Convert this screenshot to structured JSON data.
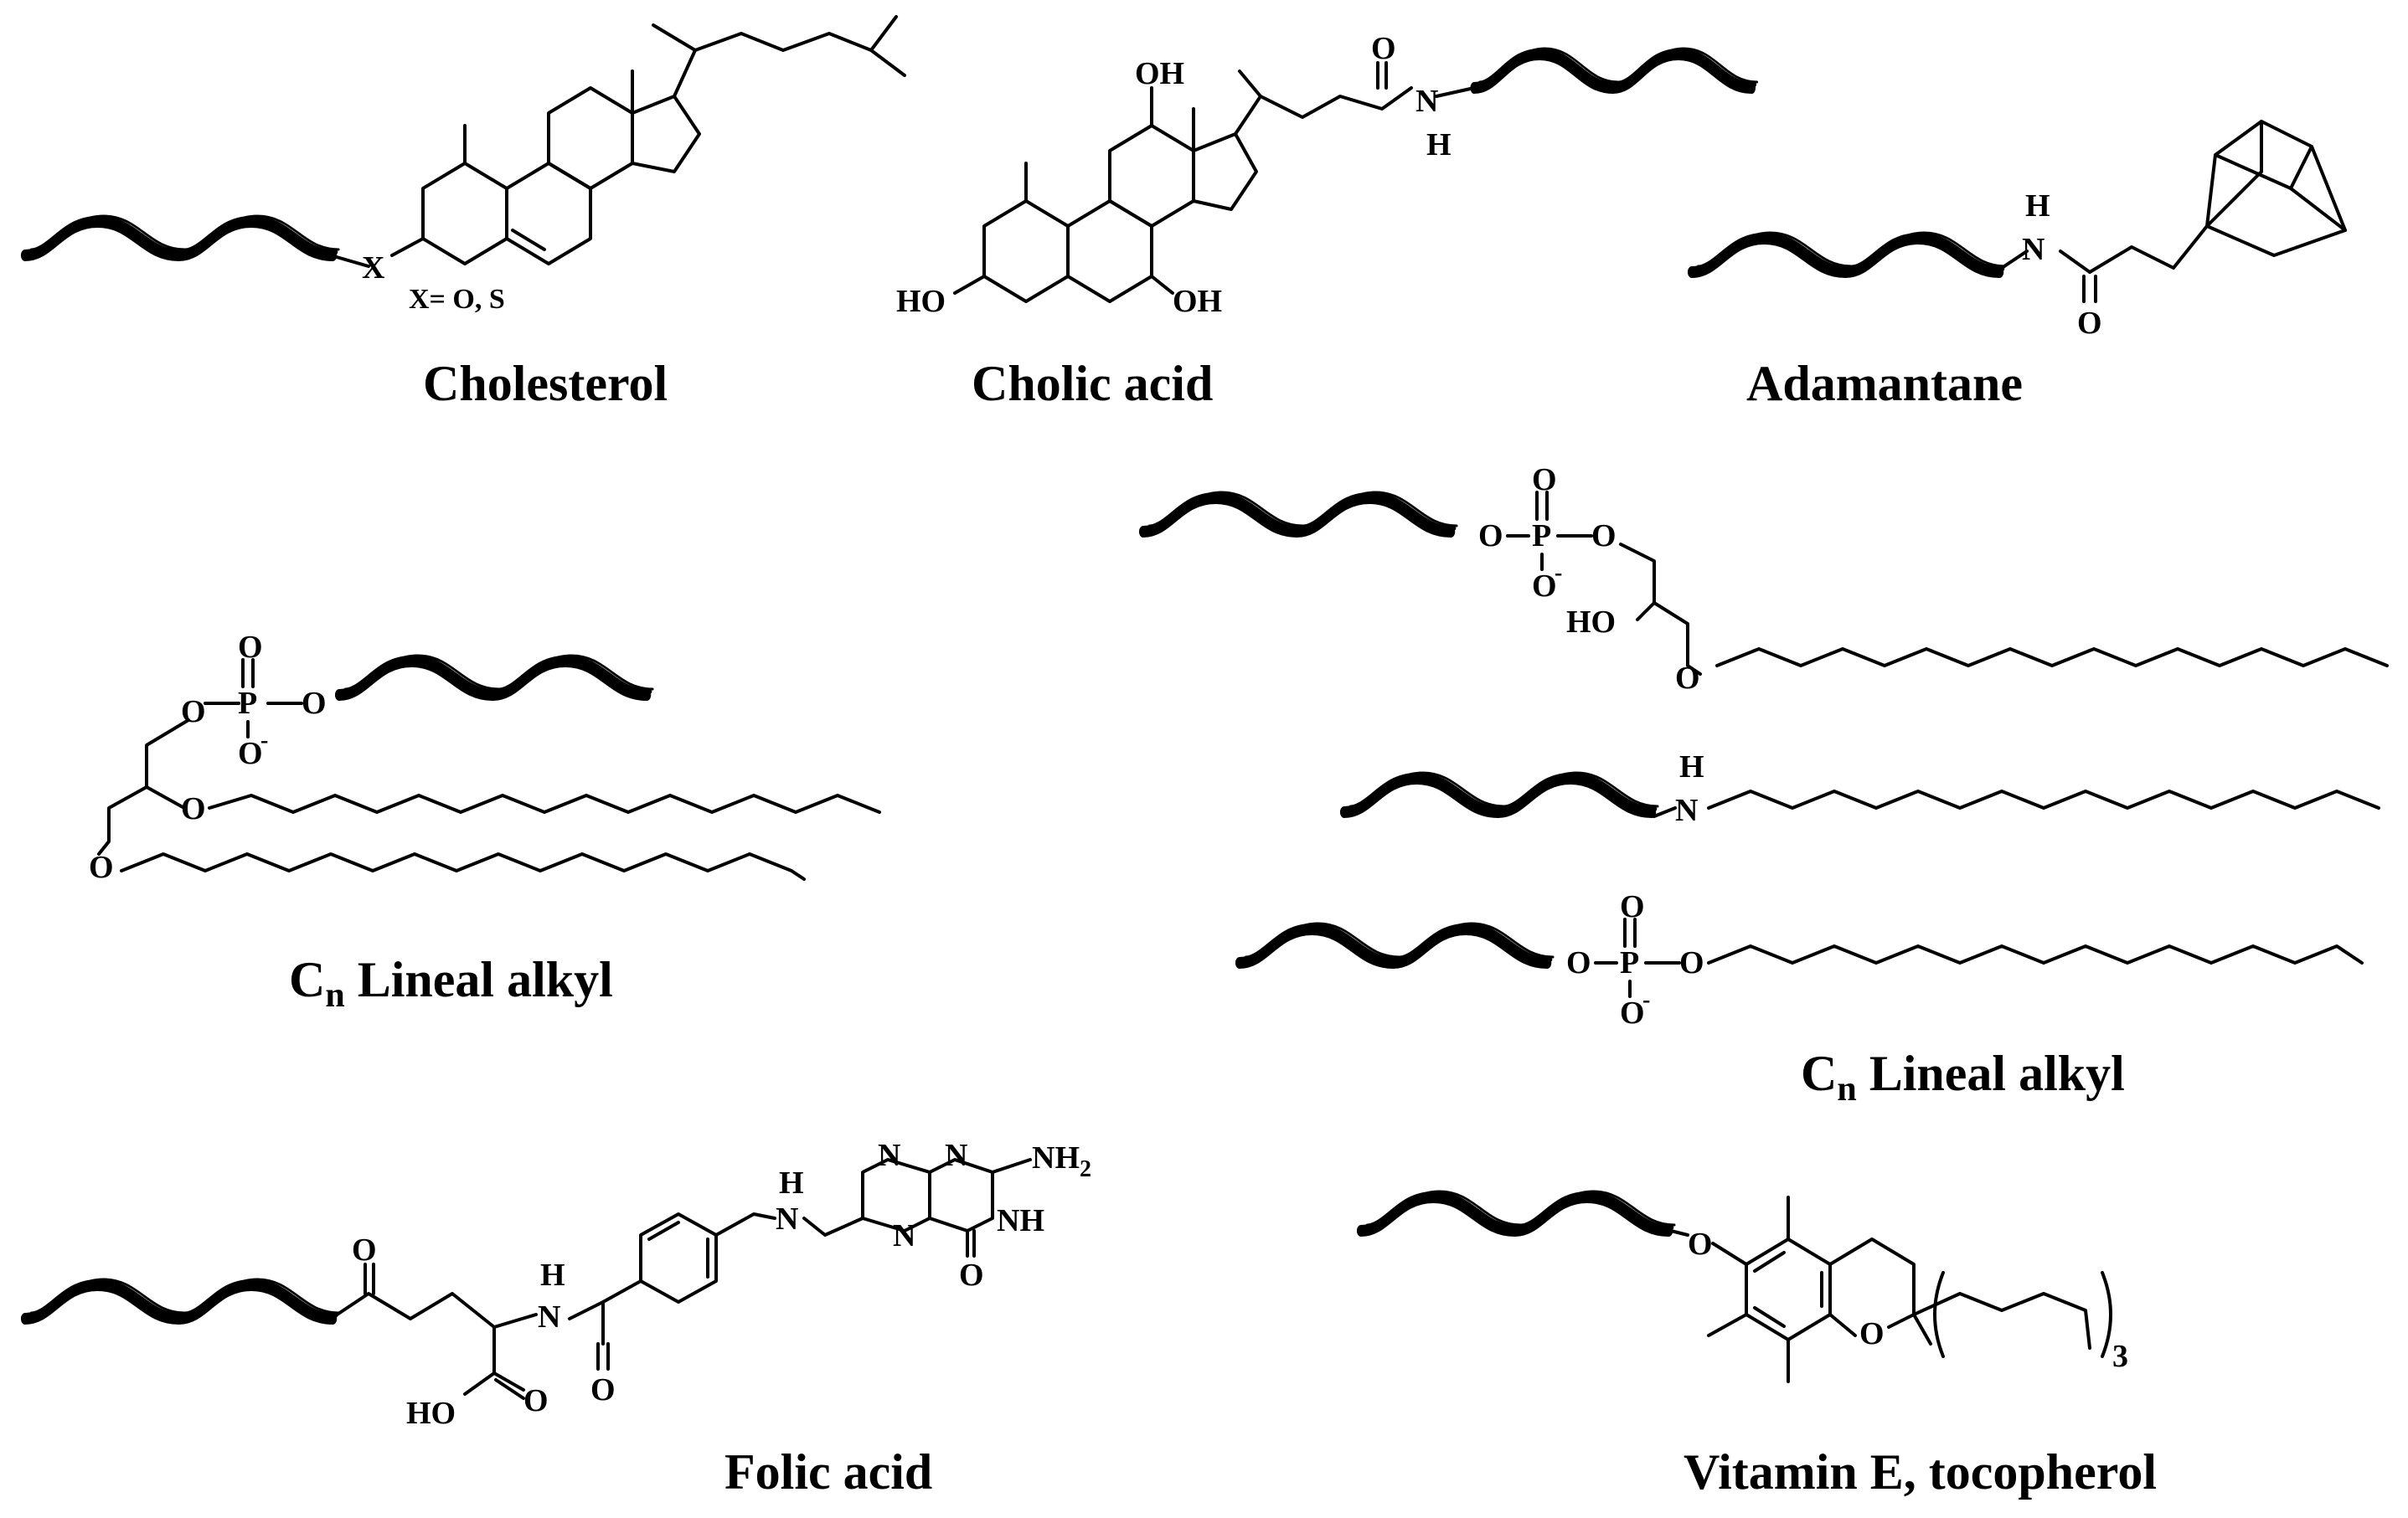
{
  "structures": {
    "cholesterol": {
      "title": "Cholesterol",
      "linker_atom": "X",
      "linker_note": "X= O, S"
    },
    "cholic_acid": {
      "title": "Cholic acid",
      "oh_top": "OH",
      "oh_left": "HO",
      "oh_right": "OH",
      "carbonyl_o": "O",
      "amide_n": "N",
      "amide_h": "H"
    },
    "adamantane": {
      "title": "Adamantane",
      "amide_h": "H",
      "amide_n": "N",
      "carbonyl_o": "O"
    },
    "lineal_alkyl_left": {
      "title_main": "C",
      "title_sub": "n",
      "title_rest": " Lineal alkyl",
      "p": "P",
      "o_top": "O",
      "o_left": "O",
      "o_right": "O",
      "o_minus": "O",
      "minus": "-",
      "o_chain1": "O",
      "o_chain2": "O"
    },
    "lineal_alkyl_right": {
      "title_main": "C",
      "title_sub": "n",
      "title_rest": " Lineal alkyl",
      "lipid1": {
        "o_left": "O",
        "p": "P",
        "o_top": "O",
        "o_right": "O",
        "o_minus": "O",
        "minus": "-",
        "ho": "HO",
        "o_chain": "O"
      },
      "amine": {
        "h": "H",
        "n": "N"
      },
      "lipid2": {
        "o_left": "O",
        "p": "P",
        "o_top": "O",
        "o_right": "O",
        "o_minus": "O",
        "minus": "-"
      }
    },
    "folic_acid": {
      "title": "Folic acid",
      "keto_o": "O",
      "amide_h": "H",
      "amide_n": "N",
      "ho": "HO",
      "acid_o": "O",
      "benzoyl_o": "O",
      "nh_h": "H",
      "nh_n": "N",
      "pteridine_n1": "N",
      "pteridine_n2": "N",
      "pteridine_n3": "N",
      "nh2": "NH",
      "nh2_sub": "2",
      "nh": "NH",
      "lactam_o": "O"
    },
    "vitamin_e": {
      "title": "Vitamin E, tocopherol",
      "o_link": "O",
      "o_ring": "O",
      "repeat_sub": "3"
    }
  }
}
